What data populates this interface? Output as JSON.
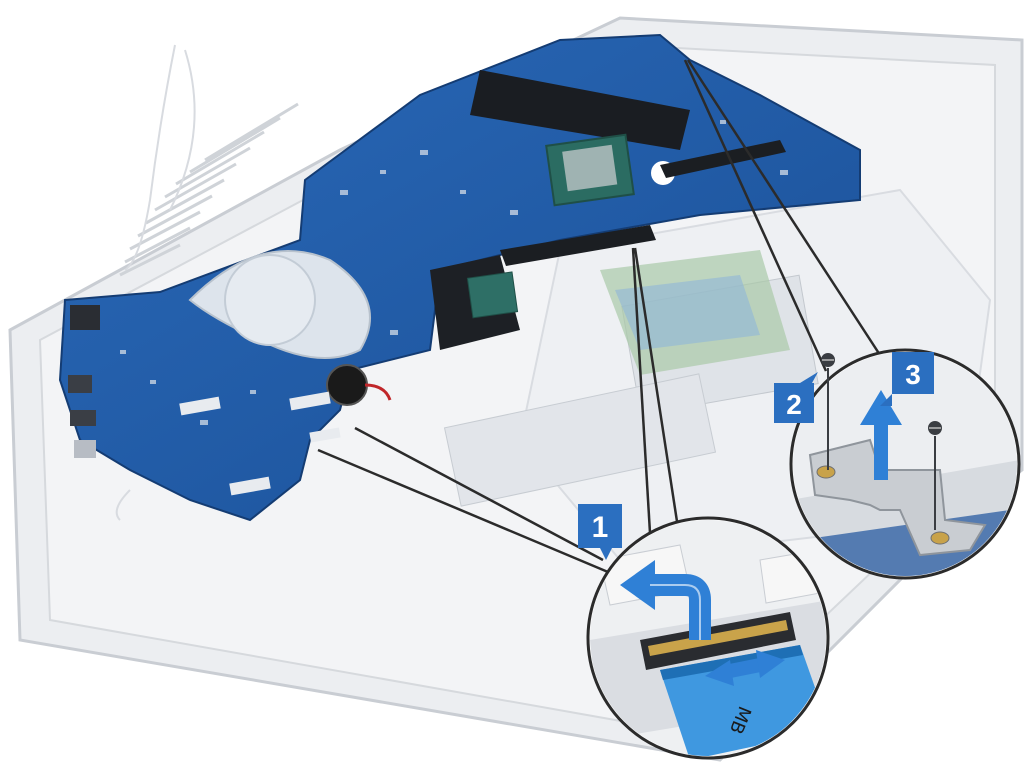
{
  "steps": [
    {
      "label": "1",
      "action": "lift-latch-and-disconnect-cable"
    },
    {
      "label": "2",
      "action": "remove-screws"
    },
    {
      "label": "3",
      "action": "lift-bracket"
    }
  ],
  "cable_marking": "MB",
  "colors": {
    "motherboard": "#1f5ba8",
    "motherboard_dark": "#163f7a",
    "chassis": "#e9ebee",
    "callout_badge": "#2b6fc0",
    "arrow": "#2f80d6",
    "ribbon_cable": "#4aa3e8",
    "bracket": "#c7cbd0"
  },
  "icons": [
    "curved-arrow-icon",
    "double-arrow-icon",
    "up-arrow-icon",
    "screw-icon"
  ]
}
